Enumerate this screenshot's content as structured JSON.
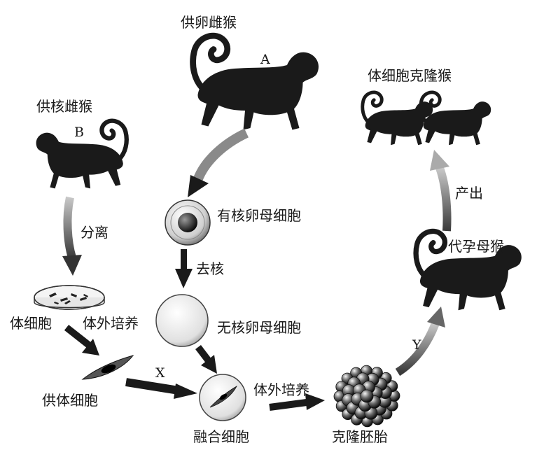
{
  "monkeys": {
    "egg_donor": {
      "label": "供卵雌猴",
      "tag": "A"
    },
    "nucleus_donor": {
      "label": "供核雌猴",
      "tag": "B"
    },
    "surrogate": {
      "label": "代孕母猴"
    },
    "clones": {
      "label": "体细胞克隆猴"
    }
  },
  "cells": {
    "nucleated_oocyte": "有核卵母细胞",
    "enucleated_oocyte": "无核卵母细胞",
    "somatic_cell": "体细胞",
    "donor_cell": "供体细胞",
    "fused_cell": "融合细胞",
    "cloned_embryo": "克隆胚胎"
  },
  "steps": {
    "separate": "分离",
    "enucleate": "去核",
    "culture_1": "体外培养",
    "culture_2": "体外培养",
    "produce": "产出",
    "x": "X",
    "y": "Y"
  },
  "colors": {
    "ink": "#1a1a1a",
    "arrow_gray": "#8a8a8a"
  }
}
